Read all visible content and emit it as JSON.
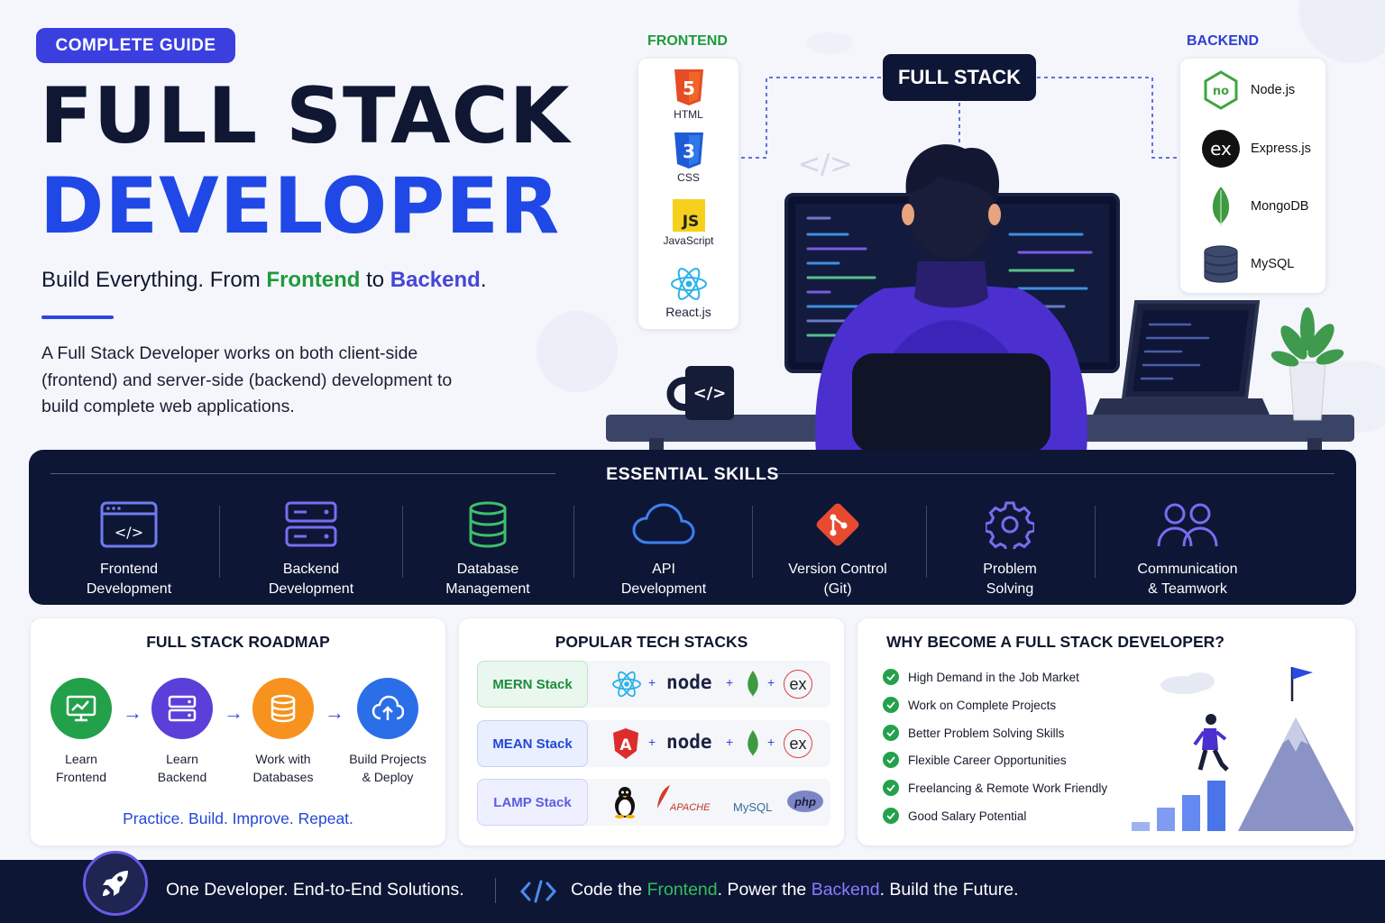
{
  "badge": "COMPLETE GUIDE",
  "title_line1": "FULL STACK",
  "title_line2": "DEVELOPER",
  "subtitle": {
    "pre": "Build Everything. From ",
    "frontend": "Frontend",
    "mid": " to ",
    "backend": "Backend",
    "post": "."
  },
  "description": "A Full Stack Developer works on both client-side (frontend) and server-side (backend) development to build complete web applications.",
  "frontend_label": "FRONTEND",
  "backend_label": "BACKEND",
  "fullstack_label": "FULL STACK",
  "frontend_items": [
    "HTML",
    "CSS",
    "JavaScript",
    "React.js"
  ],
  "backend_items": [
    "Node.js",
    "Express.js",
    "MongoDB",
    "MySQL"
  ],
  "mug_code": "</>",
  "skills": {
    "title": "ESSENTIAL SKILLS",
    "items": [
      {
        "l1": "Frontend",
        "l2": "Development"
      },
      {
        "l1": "Backend",
        "l2": "Development"
      },
      {
        "l1": "Database",
        "l2": "Management"
      },
      {
        "l1": "API",
        "l2": "Development"
      },
      {
        "l1": "Version Control",
        "l2": "(Git)"
      },
      {
        "l1": "Problem",
        "l2": "Solving"
      },
      {
        "l1": "Communication",
        "l2": "& Teamwork"
      }
    ]
  },
  "roadmap": {
    "title": "FULL STACK ROADMAP",
    "steps": [
      {
        "l1": "Learn",
        "l2": "Frontend"
      },
      {
        "l1": "Learn",
        "l2": "Backend"
      },
      {
        "l1": "Work with",
        "l2": "Databases"
      },
      {
        "l1": "Build Projects",
        "l2": "& Deploy"
      }
    ],
    "tagline": "Practice. Build. Improve. Repeat."
  },
  "stacks": {
    "title": "POPULAR TECH STACKS",
    "items": [
      "MERN Stack",
      "MEAN Stack",
      "LAMP Stack"
    ],
    "plus": "+",
    "node": "node",
    "ex": "ex",
    "apache": "APACHE",
    "mysql": "MySQL",
    "php": "php"
  },
  "why": {
    "title": "WHY BECOME A FULL STACK DEVELOPER?",
    "items": [
      "High Demand in the Job Market",
      "Work on Complete Projects",
      "Better Problem Solving Skills",
      "Flexible Career Opportunities",
      "Freelancing & Remote Work Friendly",
      "Good Salary Potential"
    ]
  },
  "footer": {
    "left": "One Developer. End-to-End Solutions.",
    "pre": "Code the ",
    "frontend": "Frontend",
    "mid": ". Power the ",
    "backend": "Backend",
    "post": ". Build the Future."
  },
  "colors": {
    "navy": "#0e1636",
    "blue": "#1f48e6",
    "green": "#1f9a3e",
    "purple": "#4546d6"
  }
}
